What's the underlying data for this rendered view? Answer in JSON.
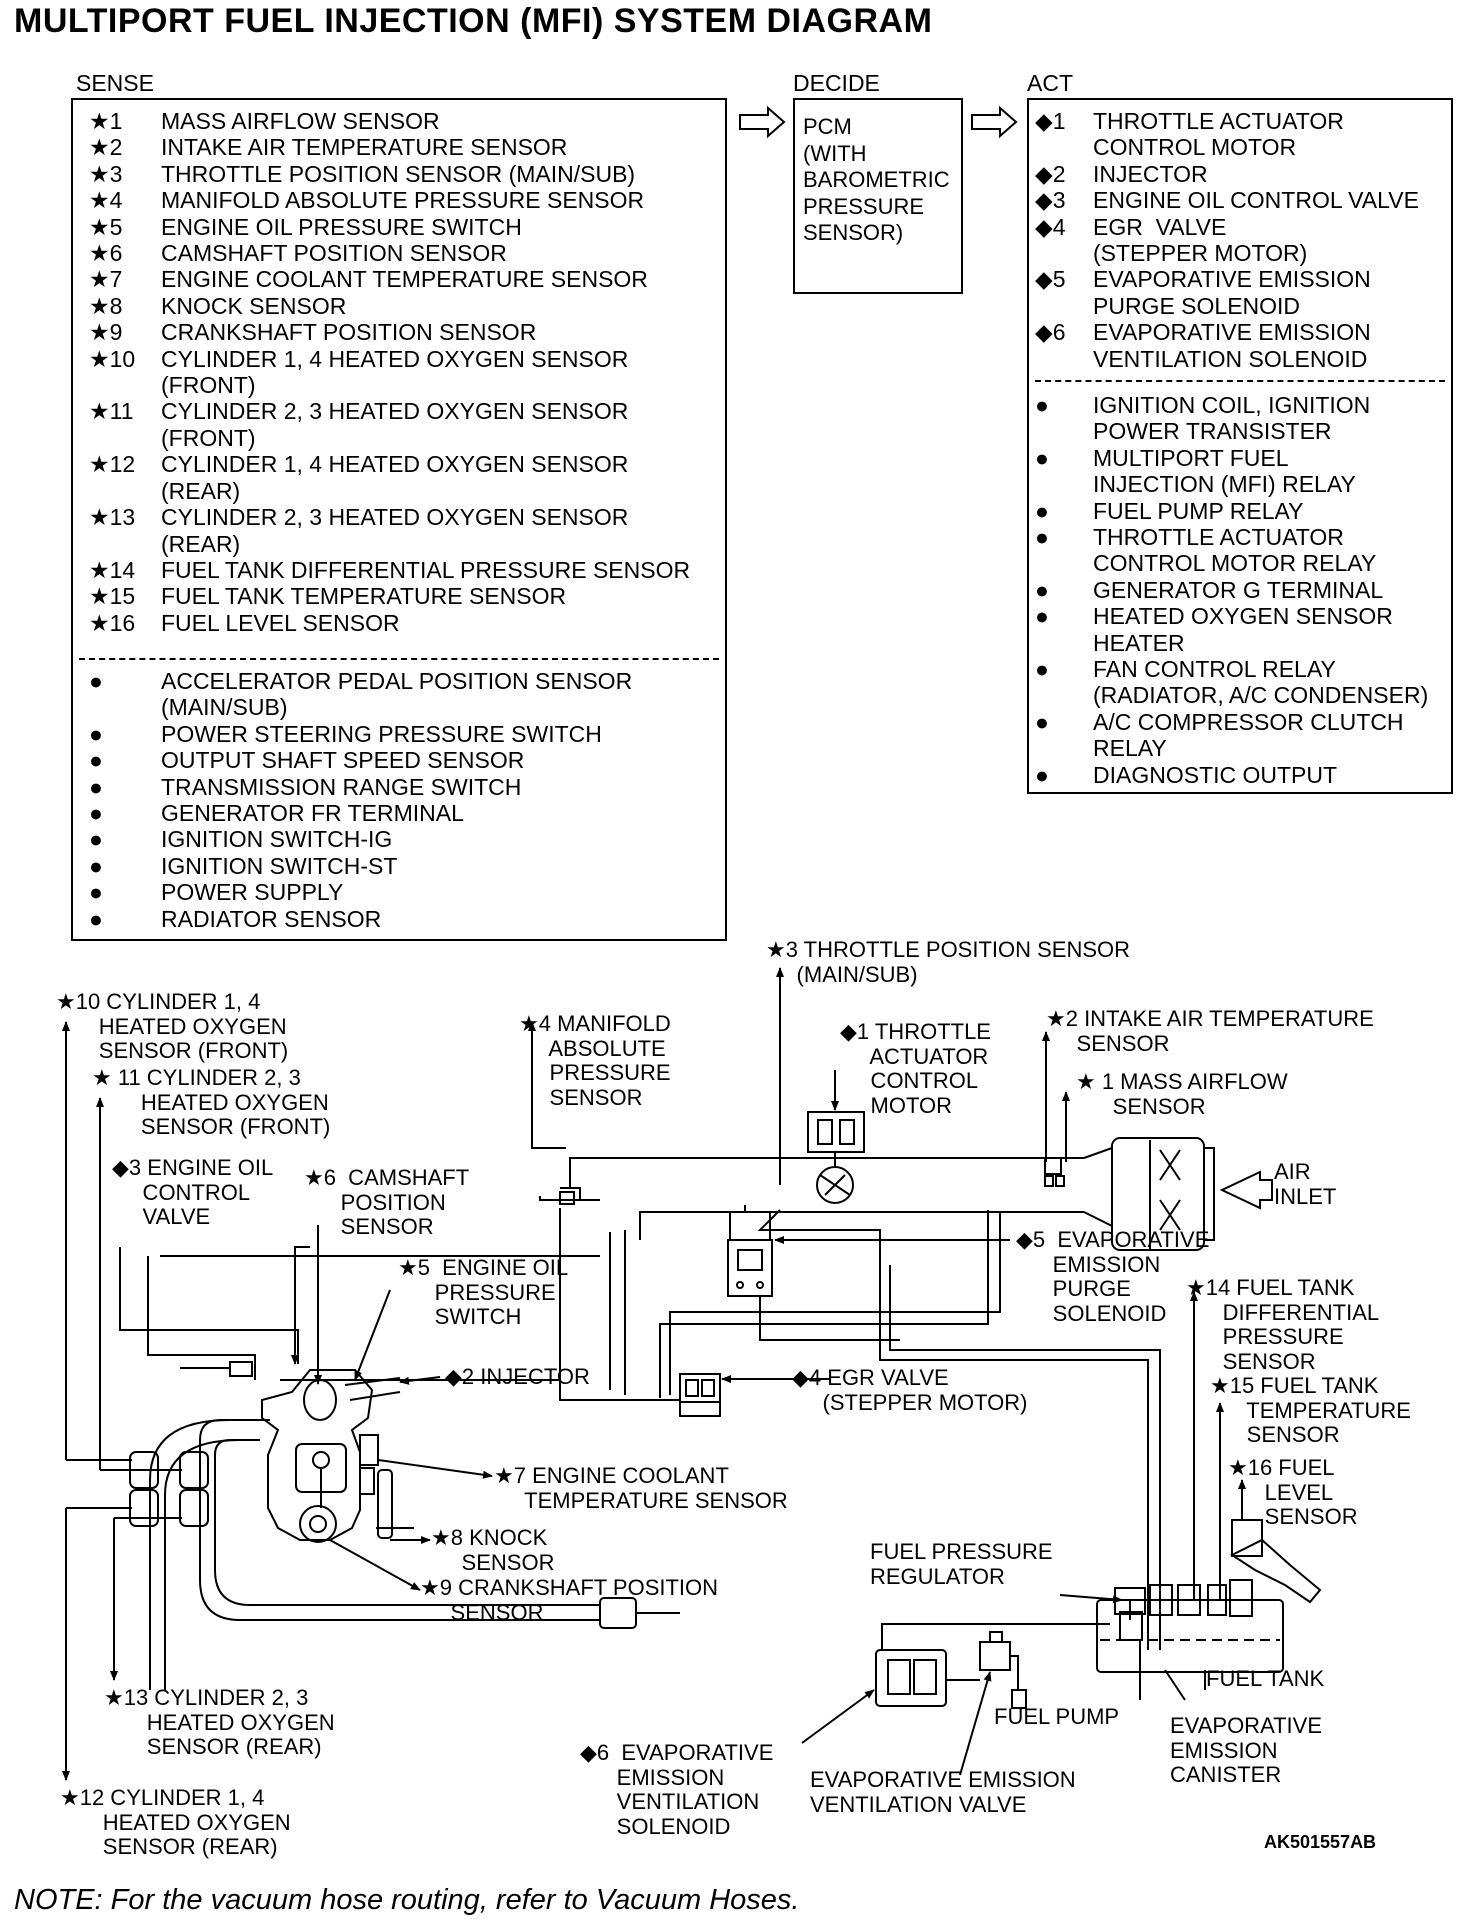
{
  "title": "MULTIPORT FUEL INJECTION (MFI) SYSTEM DIAGRAM",
  "sense": {
    "header": "SENSE",
    "items": [
      {
        "sym": "★1",
        "text": "MASS AIRFLOW SENSOR"
      },
      {
        "sym": "★2",
        "text": "INTAKE AIR TEMPERATURE SENSOR"
      },
      {
        "sym": "★3",
        "text": "THROTTLE POSITION SENSOR (MAIN/SUB)"
      },
      {
        "sym": "★4",
        "text": "MANIFOLD ABSOLUTE PRESSURE SENSOR"
      },
      {
        "sym": "★5",
        "text": "ENGINE OIL PRESSURE SWITCH"
      },
      {
        "sym": "★6",
        "text": "CAMSHAFT POSITION SENSOR"
      },
      {
        "sym": "★7",
        "text": "ENGINE COOLANT TEMPERATURE SENSOR"
      },
      {
        "sym": "★8",
        "text": "KNOCK SENSOR"
      },
      {
        "sym": "★9",
        "text": "CRANKSHAFT POSITION SENSOR"
      },
      {
        "sym": "★10",
        "text": "CYLINDER 1, 4 HEATED OXYGEN SENSOR\n(FRONT)"
      },
      {
        "sym": "★11",
        "text": "CYLINDER 2, 3 HEATED OXYGEN SENSOR\n(FRONT)"
      },
      {
        "sym": "★12",
        "text": "CYLINDER 1, 4 HEATED OXYGEN SENSOR\n(REAR)"
      },
      {
        "sym": "★13",
        "text": "CYLINDER 2, 3 HEATED OXYGEN SENSOR\n(REAR)"
      },
      {
        "sym": "★14",
        "text": "FUEL TANK DIFFERENTIAL PRESSURE SENSOR"
      },
      {
        "sym": "★15",
        "text": "FUEL TANK TEMPERATURE SENSOR"
      },
      {
        "sym": "★16",
        "text": "FUEL LEVEL SENSOR"
      }
    ],
    "other_items": [
      {
        "sym": "●",
        "text": "ACCELERATOR PEDAL POSITION SENSOR\n(MAIN/SUB)"
      },
      {
        "sym": "●",
        "text": "POWER STEERING PRESSURE SWITCH"
      },
      {
        "sym": "●",
        "text": "OUTPUT SHAFT SPEED SENSOR"
      },
      {
        "sym": "●",
        "text": "TRANSMISSION RANGE SWITCH"
      },
      {
        "sym": "●",
        "text": "GENERATOR FR TERMINAL"
      },
      {
        "sym": "●",
        "text": "IGNITION SWITCH-IG"
      },
      {
        "sym": "●",
        "text": "IGNITION SWITCH-ST"
      },
      {
        "sym": "●",
        "text": "POWER SUPPLY"
      },
      {
        "sym": "●",
        "text": "RADIATOR SENSOR"
      }
    ]
  },
  "decide": {
    "header": "DECIDE",
    "text": "PCM\n(WITH\nBAROMETRIC\nPRESSURE\nSENSOR)"
  },
  "act": {
    "header": "ACT",
    "items": [
      {
        "sym": "◆1",
        "text": "THROTTLE ACTUATOR\nCONTROL MOTOR"
      },
      {
        "sym": "◆2",
        "text": "INJECTOR"
      },
      {
        "sym": "◆3",
        "text": "ENGINE OIL CONTROL VALVE"
      },
      {
        "sym": "◆4",
        "text": "EGR  VALVE\n(STEPPER MOTOR)"
      },
      {
        "sym": "◆5",
        "text": "EVAPORATIVE EMISSION\nPURGE SOLENOID"
      },
      {
        "sym": "◆6",
        "text": "EVAPORATIVE EMISSION\nVENTILATION SOLENOID"
      }
    ],
    "other_items": [
      {
        "sym": "●",
        "text": "IGNITION COIL, IGNITION\nPOWER TRANSISTER"
      },
      {
        "sym": "●",
        "text": "MULTIPORT FUEL\nINJECTION (MFI) RELAY"
      },
      {
        "sym": "●",
        "text": "FUEL PUMP RELAY"
      },
      {
        "sym": "●",
        "text": "THROTTLE ACTUATOR\nCONTROL MOTOR RELAY"
      },
      {
        "sym": "●",
        "text": "GENERATOR G TERMINAL"
      },
      {
        "sym": "●",
        "text": "HEATED OXYGEN SENSOR\nHEATER"
      },
      {
        "sym": "●",
        "text": "FAN CONTROL RELAY\n(RADIATOR, A/C CONDENSER)"
      },
      {
        "sym": "●",
        "text": "A/C COMPRESSOR CLUTCH\nRELAY"
      },
      {
        "sym": "●",
        "text": "DIAGNOSTIC OUTPUT"
      }
    ]
  },
  "diagram_labels": {
    "tps": "★3 THROTTLE POSITION SENSOR\n     (MAIN/SUB)",
    "iat": "★2 INTAKE AIR TEMPERATURE\n     SENSOR",
    "maf": "★ 1 MASS AIRFLOW\n      SENSOR",
    "map": "★4 MANIFOLD\n     ABSOLUTE\n     PRESSURE\n     SENSOR",
    "tac": "◆1 THROTTLE\n     ACTUATOR\n     CONTROL\n     MOTOR",
    "air": "AIR\nINLET",
    "ho2_10": "★10 CYLINDER 1, 4\n       HEATED OXYGEN\n       SENSOR (FRONT)",
    "ho2_11": "★ 11 CYLINDER 2, 3\n        HEATED OXYGEN\n        SENSOR (FRONT)",
    "ocv": "◆3 ENGINE OIL\n     CONTROL\n     VALVE",
    "cmp": "★6  CAMSHAFT\n      POSITION\n      SENSOR",
    "oil": "★5  ENGINE OIL\n      PRESSURE\n      SWITCH",
    "purge": "◆5  EVAPORATIVE\n      EMISSION\n      PURGE\n      SOLENOID",
    "ftdp": "★14 FUEL TANK\n      DIFFERENTIAL\n      PRESSURE\n      SENSOR",
    "inj": "◆2 INJECTOR",
    "egr": "◆4 EGR VALVE\n     (STEPPER MOTOR)",
    "ftt": "★15 FUEL TANK\n      TEMPERATURE\n      SENSOR",
    "ect": "★7 ENGINE COOLANT\n     TEMPERATURE SENSOR",
    "fls": "★16 FUEL\n      LEVEL\n      SENSOR",
    "knock": "★8 KNOCK\n     SENSOR",
    "ckp": "★9 CRANKSHAFT POSITION\n     SENSOR",
    "fpr": "FUEL PRESSURE\nREGULATOR",
    "tank": "FUEL TANK",
    "ho2_13": "★13 CYLINDER 2, 3\n       HEATED OXYGEN\n       SENSOR (REAR)",
    "pump": "FUEL PUMP",
    "canister": "EVAPORATIVE\nEMISSION\nCANISTER",
    "vent_sol": "◆6  EVAPORATIVE\n      EMISSION\n      VENTILATION\n      SOLENOID",
    "vent_valve": "EVAPORATIVE EMISSION\nVENTILATION VALVE",
    "ho2_12": "★12 CYLINDER 1, 4\n       HEATED OXYGEN\n       SENSOR (REAR)"
  },
  "figure_code": "AK501557AB",
  "note": "NOTE: For the vacuum hose routing, refer to Vacuum Hoses."
}
